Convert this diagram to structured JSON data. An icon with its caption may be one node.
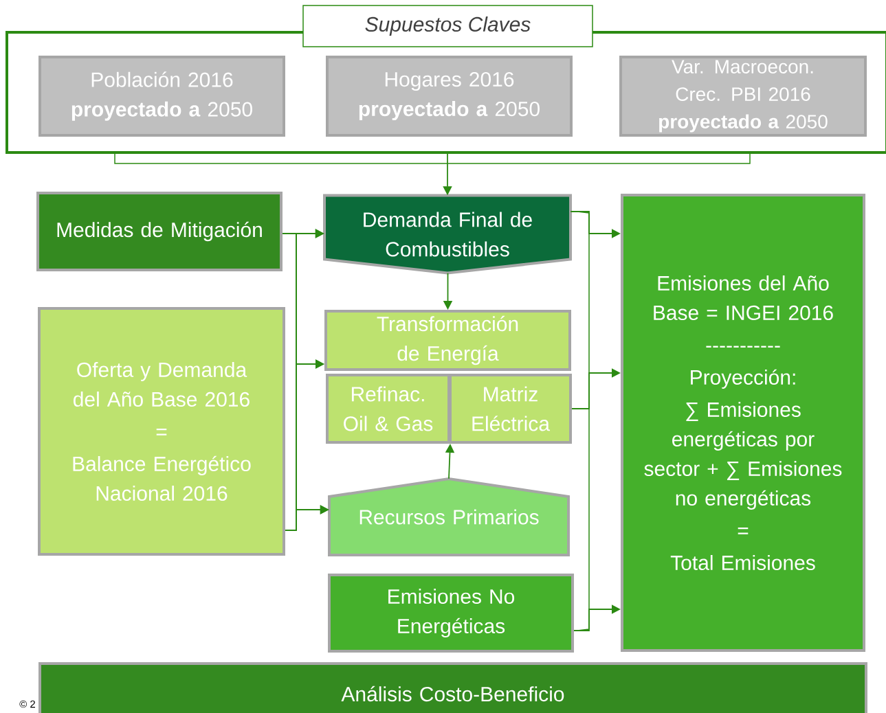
{
  "diagram": {
    "nodes": [
      {
        "text": [
          "Supuestos Claves"
        ]
      },
      {
        "text": [
          "Población 2016 **proyectado a** 2050"
        ],
        "in": 0
      },
      {
        "text": [
          "Hogares 2016 **proyectado a** 2050"
        ],
        "in": 0
      },
      {
        "text": [
          "Var. Macroecon. Crec. PBI 2016 **proyectado a** 2050"
        ],
        "in": 0
      },
      {
        "text": [
          "Medidas de Mitigación"
        ]
      },
      {
        "text": [
          "Demanda Final de Combustibles"
        ]
      },
      {
        "text": [
          "Transformación de Energía"
        ]
      },
      {
        "text": [
          "Refinac. Oil & Gas"
        ]
      },
      {
        "text": [
          "Matriz Eléctrica"
        ]
      },
      {
        "text": [
          "Oferta y Demanda del Año Base 2016",
          "=",
          "Balance Energético Nacional 2016"
        ]
      },
      {
        "text": [
          "Recursos Primarios"
        ]
      },
      {
        "text": [
          "Emisiones No Energéticas"
        ]
      },
      {
        "text": [
          "Emisiones del Año Base = INGEI 2016",
          "-----------",
          "Proyección:",
          "∑ Emisiones energéticas por sector + ∑ Emisiones no energéticas",
          "=",
          "Total Emisiones"
        ]
      },
      {
        "text": [
          "Análisis Costo-Beneficio"
        ]
      }
    ],
    "edges": [
      {
        "from": 0,
        "to": 5,
        "arrow": "to"
      },
      {
        "from": 4,
        "to": 5,
        "arrow": "to"
      },
      {
        "from": 4,
        "to": 6,
        "arrow": "to"
      },
      {
        "from": 4,
        "to": 10,
        "arrow": "to"
      },
      {
        "from": 9,
        "to": 5,
        "arrow": "to"
      },
      {
        "from": 9,
        "to": 6,
        "arrow": "to"
      },
      {
        "from": 9,
        "to": 10,
        "arrow": "to"
      },
      {
        "from": 5,
        "to": 6,
        "arrow": "to"
      },
      {
        "from": 10,
        "to": 7,
        "arrow": "to"
      },
      {
        "from": 5,
        "to": 12,
        "arrow": "to"
      },
      {
        "from": 8,
        "to": 12,
        "arrow": "to"
      },
      {
        "from": 11,
        "to": 12,
        "arrow": "to"
      }
    ],
    "labels": [
      "© 2"
    ]
  }
}
